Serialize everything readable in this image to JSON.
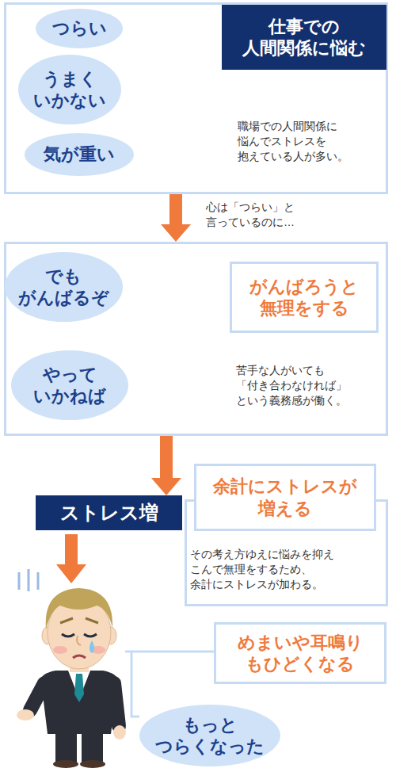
{
  "diagram": {
    "nodes": [
      {
        "text": [
          "職場での人間関係に 悩んでストレスを 抱えている人が多い。"
        ]
      },
      {
        "text": [
          "仕事での 人間関係に悩む"
        ],
        "in": 0
      },
      {
        "text": [
          "つらい"
        ],
        "in": 0
      },
      {
        "text": [
          "うまく いかない"
        ],
        "in": 0
      },
      {
        "text": [
          "気が重い"
        ],
        "in": 0
      },
      {
        "text": [
          "苦手な人がいても 「付き合わなければ」 という義務感が働く。"
        ]
      },
      {
        "text": [
          "がんばろうと 無理をする"
        ],
        "in": 5
      },
      {
        "text": [
          "でも がんばるぞ"
        ],
        "in": 5
      },
      {
        "text": [
          "やって いかねば"
        ],
        "in": 5
      },
      {
        "text": [
          "ストレス増"
        ]
      },
      {
        "text": [
          "その考え方ゆえに悩みを抑え こんで無理をするため、 余計にストレスが加わる。"
        ]
      },
      {
        "text": [
          "余計にストレスが 増える"
        ],
        "in": 10
      },
      {
        "text": [
          "めまいや耳鳴り もひどくなる"
        ]
      },
      {
        "text": [
          "もっと つらくなった"
        ]
      }
    ],
    "edges": [
      {
        "from": 0,
        "to": 5,
        "arrow": "to",
        "label": "心は「つらい」と 言っているのに…"
      },
      {
        "from": 5,
        "to": 9,
        "arrow": "to"
      }
    ]
  }
}
